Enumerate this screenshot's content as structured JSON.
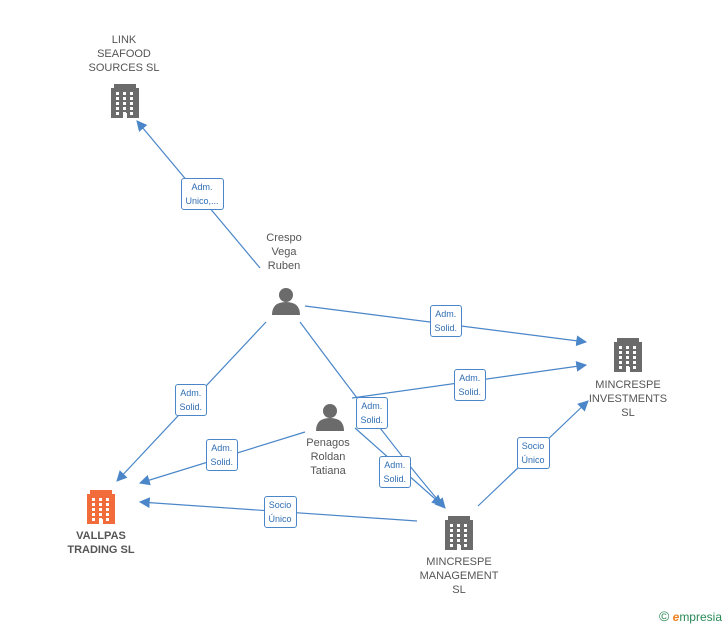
{
  "colors": {
    "edge": "#4a86c8",
    "company_icon": "#6b6b6b",
    "company_icon_highlight": "#f26b3a",
    "person_icon": "#6b6b6b",
    "label_text": "#555555",
    "edge_label_text": "#2f6db3"
  },
  "nodes": [
    {
      "id": "link",
      "kind": "company",
      "label": "LINK\nSEAFOOD\nSOURCES SL",
      "icon": "building-icon"
    },
    {
      "id": "crespo",
      "kind": "person",
      "label": "Crespo\nVega\nRuben",
      "icon": "person-icon"
    },
    {
      "id": "mincrespe_inv",
      "kind": "company",
      "label": "MINCRESPE\nINVESTMENTS\nSL",
      "icon": "building-icon"
    },
    {
      "id": "penagos",
      "kind": "person",
      "label": "Penagos\nRoldan\nTatiana",
      "icon": "person-icon"
    },
    {
      "id": "vallpas",
      "kind": "company",
      "label": "VALLPAS\nTRADING SL",
      "icon": "building-icon",
      "highlight": true
    },
    {
      "id": "mincrespe_mgmt",
      "kind": "company",
      "label": "MINCRESPE\nMANAGEMENT\nSL",
      "icon": "building-icon"
    }
  ],
  "edges": [
    {
      "from": "crespo",
      "to": "link",
      "label": "Adm.\nUnico,..."
    },
    {
      "from": "crespo",
      "to": "mincrespe_inv",
      "label": "Adm.\nSolid."
    },
    {
      "from": "crespo",
      "to": "vallpas",
      "label": "Adm.\nSolid."
    },
    {
      "from": "crespo",
      "to": "mincrespe_mgmt",
      "label": "Adm.\nSolid."
    },
    {
      "from": "penagos",
      "to": "mincrespe_inv",
      "label": "Adm.\nSolid."
    },
    {
      "from": "penagos",
      "to": "vallpas",
      "label": "Adm.\nSolid."
    },
    {
      "from": "penagos",
      "to": "mincrespe_mgmt",
      "label": "Adm.\nSolid."
    },
    {
      "from": "mincrespe_mgmt",
      "to": "mincrespe_inv",
      "label": "Socio\nÚnico"
    },
    {
      "from": "mincrespe_mgmt",
      "to": "vallpas",
      "label": "Socio\nÚnico"
    }
  ],
  "footer": {
    "copyright": "©",
    "brand_initial": "e",
    "brand_rest": "mpresia"
  }
}
